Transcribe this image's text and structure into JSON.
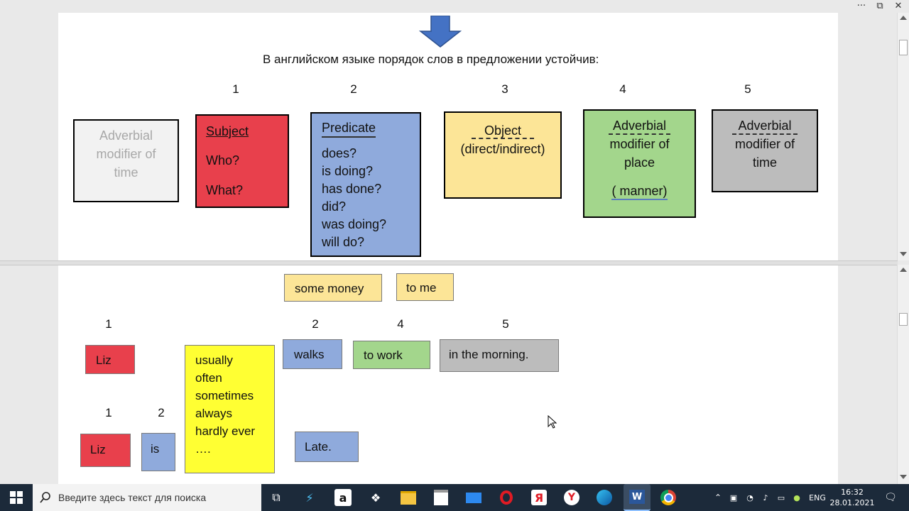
{
  "window": {
    "more_label": "···",
    "restore_label": "⧉",
    "close_label": "✕"
  },
  "top": {
    "heading": "В английском языке порядок слов в предложении устойчив:",
    "numbers": [
      "1",
      "2",
      "3",
      "4",
      "5"
    ],
    "boxes": {
      "adverbial_time_left": [
        "Adverbial",
        "modifier of",
        "time"
      ],
      "subject": {
        "title": "Subject",
        "lines": [
          "Who?",
          "What?"
        ]
      },
      "predicate": {
        "title": "Predicate",
        "lines": [
          "does?",
          "is doing?",
          "has done?",
          "did?",
          "was doing?",
          "will do?"
        ]
      },
      "object": {
        "title": "Object",
        "sub": "(direct/indirect)"
      },
      "adverbial_place": {
        "title": "Adverbial",
        "lines": [
          "modifier of",
          "place"
        ],
        "manner": "( manner)"
      },
      "adverbial_time": {
        "title": "Adverbial",
        "lines": [
          "modifier of",
          "time"
        ]
      }
    }
  },
  "bottom": {
    "tags": {
      "some_money": "some money",
      "to_me": "to me",
      "liz1": "Liz",
      "walks": "walks",
      "to_work": "to work",
      "in_the_morning": "in the morning.",
      "liz2": "Liz",
      "is": "is",
      "late": "Late."
    },
    "row1_numbers": {
      "n1": "1",
      "n2": "2",
      "n4": "4",
      "n5": "5"
    },
    "row2_numbers": {
      "n1": "1",
      "n2": "2"
    },
    "frequency": [
      "usually",
      "often",
      "sometimes",
      "always",
      "hardly ever",
      "…."
    ]
  },
  "taskbar": {
    "search_placeholder": "Введите здесь текст для поиска",
    "lang": "ENG",
    "time": "16:32",
    "date": "28.01.2021",
    "colors": {
      "bg": "#1c2a3a",
      "accent_opera": "#e01b24",
      "word": "#2b579a"
    }
  }
}
